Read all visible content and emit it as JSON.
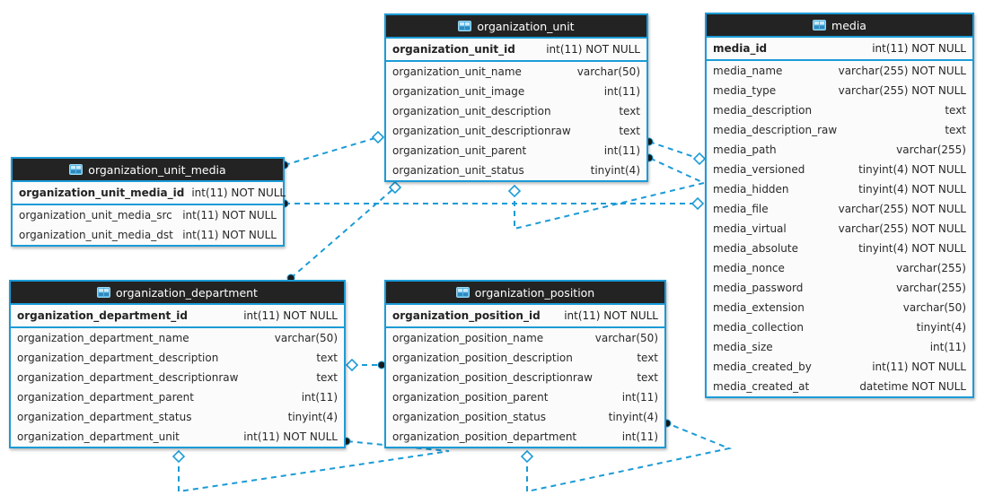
{
  "diagram": {
    "colors": {
      "accent": "#1b9bd7",
      "header_bg": "#232323",
      "header_text": "#ffffff",
      "body_bg": "#fbfbfb",
      "row_text": "#2a2a2a",
      "endpoint_dot": "#1a1a1a"
    },
    "tables": [
      {
        "id": "organization_unit",
        "title": "organization_unit",
        "icon": "table-icon",
        "primary_key": {
          "name": "organization_unit_id",
          "type": "int(11) NOT NULL"
        },
        "columns": [
          {
            "name": "organization_unit_name",
            "type": "varchar(50)"
          },
          {
            "name": "organization_unit_image",
            "type": "int(11)"
          },
          {
            "name": "organization_unit_description",
            "type": "text"
          },
          {
            "name": "organization_unit_descriptionraw",
            "type": "text"
          },
          {
            "name": "organization_unit_parent",
            "type": "int(11)"
          },
          {
            "name": "organization_unit_status",
            "type": "tinyint(4)"
          }
        ]
      },
      {
        "id": "media",
        "title": "media",
        "icon": "table-icon",
        "primary_key": {
          "name": "media_id",
          "type": "int(11) NOT NULL"
        },
        "columns": [
          {
            "name": "media_name",
            "type": "varchar(255) NOT NULL"
          },
          {
            "name": "media_type",
            "type": "varchar(255) NOT NULL"
          },
          {
            "name": "media_description",
            "type": "text"
          },
          {
            "name": "media_description_raw",
            "type": "text"
          },
          {
            "name": "media_path",
            "type": "varchar(255)"
          },
          {
            "name": "media_versioned",
            "type": "tinyint(4) NOT NULL"
          },
          {
            "name": "media_hidden",
            "type": "tinyint(4) NOT NULL"
          },
          {
            "name": "media_file",
            "type": "varchar(255) NOT NULL"
          },
          {
            "name": "media_virtual",
            "type": "varchar(255) NOT NULL"
          },
          {
            "name": "media_absolute",
            "type": "tinyint(4) NOT NULL"
          },
          {
            "name": "media_nonce",
            "type": "varchar(255)"
          },
          {
            "name": "media_password",
            "type": "varchar(255)"
          },
          {
            "name": "media_extension",
            "type": "varchar(50)"
          },
          {
            "name": "media_collection",
            "type": "tinyint(4)"
          },
          {
            "name": "media_size",
            "type": "int(11)"
          },
          {
            "name": "media_created_by",
            "type": "int(11) NOT NULL"
          },
          {
            "name": "media_created_at",
            "type": "datetime NOT NULL"
          }
        ]
      },
      {
        "id": "organization_unit_media",
        "title": "organization_unit_media",
        "icon": "table-icon",
        "primary_key": {
          "name": "organization_unit_media_id",
          "type": "int(11) NOT NULL"
        },
        "columns": [
          {
            "name": "organization_unit_media_src",
            "type": "int(11) NOT NULL"
          },
          {
            "name": "organization_unit_media_dst",
            "type": "int(11) NOT NULL"
          }
        ]
      },
      {
        "id": "organization_department",
        "title": "organization_department",
        "icon": "table-icon",
        "primary_key": {
          "name": "organization_department_id",
          "type": "int(11) NOT NULL"
        },
        "columns": [
          {
            "name": "organization_department_name",
            "type": "varchar(50)"
          },
          {
            "name": "organization_department_description",
            "type": "text"
          },
          {
            "name": "organization_department_descriptionraw",
            "type": "text"
          },
          {
            "name": "organization_department_parent",
            "type": "int(11)"
          },
          {
            "name": "organization_department_status",
            "type": "tinyint(4)"
          },
          {
            "name": "organization_department_unit",
            "type": "int(11) NOT NULL"
          }
        ]
      },
      {
        "id": "organization_position",
        "title": "organization_position",
        "icon": "table-icon",
        "primary_key": {
          "name": "organization_position_id",
          "type": "int(11) NOT NULL"
        },
        "columns": [
          {
            "name": "organization_position_name",
            "type": "varchar(50)"
          },
          {
            "name": "organization_position_description",
            "type": "text"
          },
          {
            "name": "organization_position_descriptionraw",
            "type": "text"
          },
          {
            "name": "organization_position_parent",
            "type": "int(11)"
          },
          {
            "name": "organization_position_status",
            "type": "tinyint(4)"
          },
          {
            "name": "organization_position_department",
            "type": "int(11)"
          }
        ]
      }
    ],
    "relationships": [
      {
        "name": "rel-organization_unit_media-organization_unit",
        "from": "organization_unit_media",
        "to": "organization_unit"
      },
      {
        "name": "rel-organization_unit_media-media",
        "from": "organization_unit_media",
        "to": "media"
      },
      {
        "name": "rel-organization_unit-self",
        "from": "organization_unit",
        "to": "organization_unit"
      },
      {
        "name": "rel-organization_unit-media",
        "from": "organization_unit",
        "to": "media"
      },
      {
        "name": "rel-organization_department-organization_unit",
        "from": "organization_department",
        "to": "organization_unit"
      },
      {
        "name": "rel-organization_department-self",
        "from": "organization_department",
        "to": "organization_department"
      },
      {
        "name": "rel-organization_position-organization_department",
        "from": "organization_position",
        "to": "organization_department"
      },
      {
        "name": "rel-organization_position-self",
        "from": "organization_position",
        "to": "organization_position"
      }
    ]
  }
}
